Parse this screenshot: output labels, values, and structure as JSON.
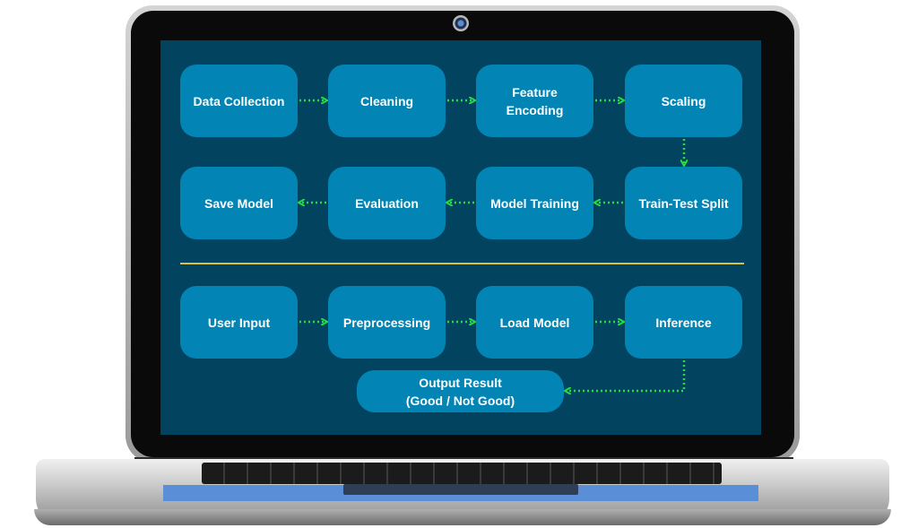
{
  "diagram": {
    "training_pipeline": [
      "Data Collection",
      "Cleaning",
      "Feature Encoding",
      "Scaling",
      "Train-Test Split",
      "Model Training",
      "Evaluation",
      "Save Model"
    ],
    "inference_pipeline": [
      "User Input",
      "Preprocessing",
      "Load Model",
      "Inference",
      "Output Result (Good / Not Good)"
    ],
    "colors": {
      "screen_bg": "#024460",
      "node_fill": "#0284b4",
      "arrow": "#22dd44",
      "divider": "#d9c23c"
    }
  }
}
